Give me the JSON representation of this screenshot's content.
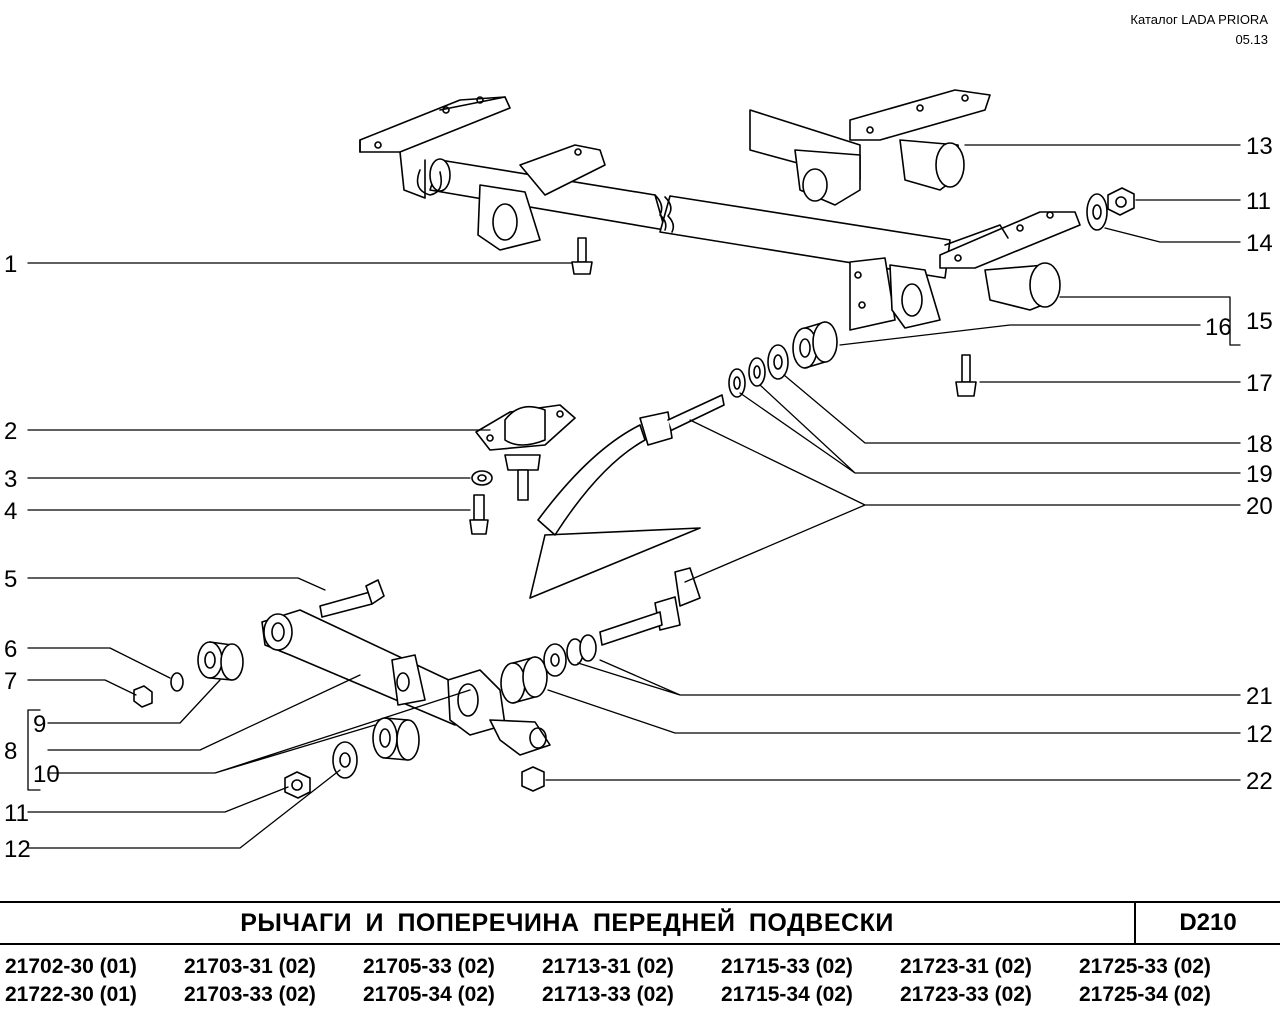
{
  "header": {
    "catalog": "Каталог  LADA  PRIORA",
    "date": "05.13"
  },
  "title": {
    "text": "РЫЧАГИ  И  ПОПЕРЕЧИНА  ПЕРЕДНЕЙ  ПОДВЕСКИ",
    "code": "D210"
  },
  "models": {
    "row1": [
      "21702-30 (01)",
      "21703-31 (02)",
      "21705-33 (02)",
      "21713-31 (02)",
      "21715-33 (02)",
      "21723-31 (02)",
      "21725-33 (02)"
    ],
    "row2": [
      "21722-30 (01)",
      "21703-33 (02)",
      "21705-34 (02)",
      "21713-33 (02)",
      "21715-34 (02)",
      "21723-33 (02)",
      "21725-34 (02)"
    ]
  },
  "callouts": {
    "left": [
      "1",
      "2",
      "3",
      "4",
      "5",
      "6",
      "7",
      "9",
      "8",
      "10",
      "11",
      "12"
    ],
    "right": [
      "13",
      "11",
      "14",
      "15",
      "16",
      "17",
      "18",
      "19",
      "20",
      "21",
      "12",
      "22"
    ]
  }
}
